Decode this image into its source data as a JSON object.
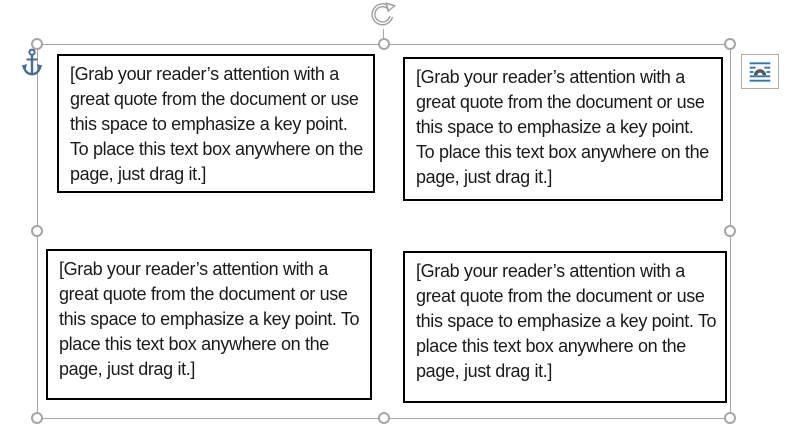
{
  "text_boxes": [
    {
      "name": "text-box-top-left",
      "text": "[Grab your reader’s attention with a great quote from the document or use this space to emphasize a key point. To place this text box anywhere on the page, just drag it.]"
    },
    {
      "name": "text-box-top-right",
      "text": "[Grab your reader’s attention with a great quote from the document or use this space to emphasize a key point. To place this text box anywhere on the page, just drag it.]"
    },
    {
      "name": "text-box-bottom-left",
      "text": "[Grab your reader’s attention with a great quote from the document or use this space to emphasize a key point. To place this text box anywhere on the page, just drag it.]"
    },
    {
      "name": "text-box-bottom-right",
      "text": "[Grab your reader’s attention with a great quote from the document or use this space to emphasize a key point. To place this text box anywhere on the page, just drag it.]"
    }
  ],
  "icons": {
    "rotate_handle": "rotate-clockwise-icon",
    "object_anchor": "anchor-icon",
    "layout_options": "layout-options-icon"
  },
  "colors": {
    "selection_gray": "#a6a6a6",
    "box_border": "#000000",
    "text": "#1a1a1a",
    "anchor_blue": "#3f6e9d",
    "layout_icon_blue": "#2e75b6",
    "layout_icon_arch": "#595959",
    "button_border": "#ababab"
  }
}
